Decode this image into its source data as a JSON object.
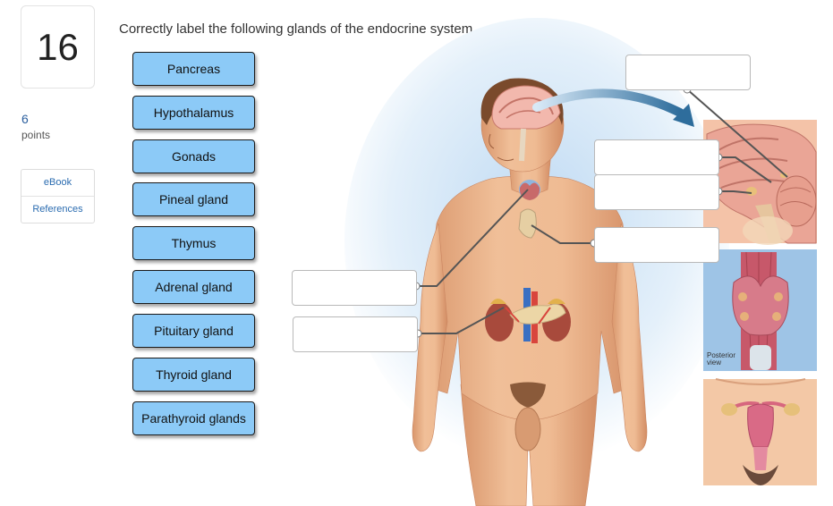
{
  "question": {
    "number": "16",
    "points_value": "6",
    "points_label": "points",
    "prompt": "Correctly label the following glands of the endocrine system."
  },
  "side_links": [
    {
      "label": "eBook"
    },
    {
      "label": "References"
    }
  ],
  "label_chips": [
    {
      "label": "Pancreas"
    },
    {
      "label": "Hypothalamus"
    },
    {
      "label": "Gonads"
    },
    {
      "label": "Pineal gland"
    },
    {
      "label": "Thymus"
    },
    {
      "label": "Adrenal gland"
    },
    {
      "label": "Pituitary gland"
    },
    {
      "label": "Thyroid gland"
    },
    {
      "label": "Parathyroid glands"
    }
  ],
  "drop_targets": [
    {
      "value": ""
    },
    {
      "value": ""
    },
    {
      "value": ""
    },
    {
      "value": ""
    },
    {
      "value": ""
    },
    {
      "value": ""
    }
  ],
  "insets": {
    "thyroid_caption": "Posterior view"
  },
  "colors": {
    "chip_fill": "#8ccaf7",
    "link_blue": "#2b6cb0",
    "arrow_blue": "#2e6d9c"
  }
}
